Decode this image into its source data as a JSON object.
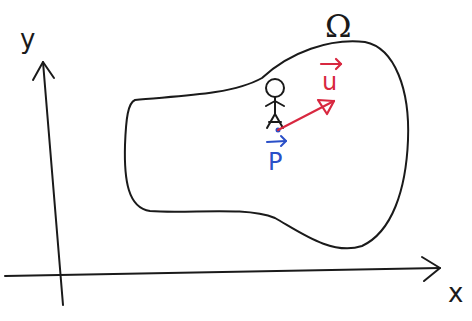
{
  "diagram": {
    "nodes": [
      {
        "text": [
          "Ω"
        ]
      }
    ],
    "labels": [
      "y",
      "x",
      "u",
      "P"
    ]
  }
}
